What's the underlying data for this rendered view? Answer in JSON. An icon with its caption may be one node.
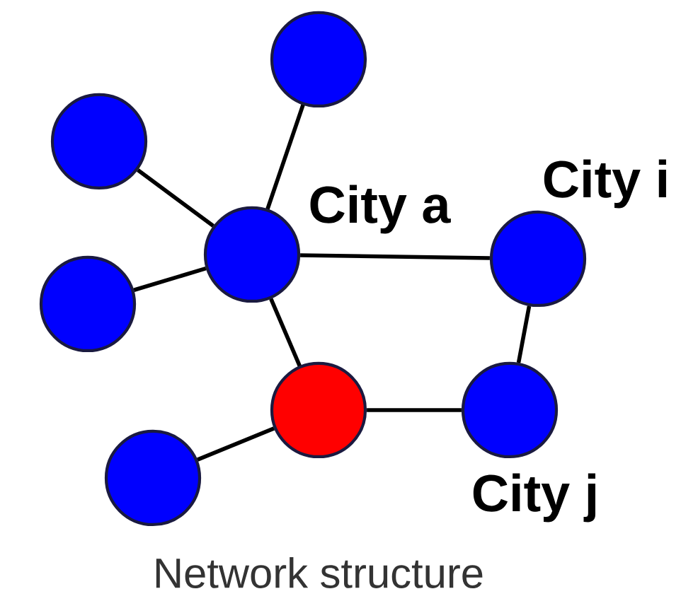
{
  "diagram": {
    "caption": "Network structure",
    "nodes": [
      {
        "text": [],
        "shape": "circle"
      },
      {
        "text": [],
        "shape": "circle"
      },
      {
        "text": [],
        "shape": "circle",
        "beside": [
          "City a"
        ]
      },
      {
        "text": [],
        "shape": "circle"
      },
      {
        "text": [],
        "shape": "circle",
        "beside": [
          "City i"
        ]
      },
      {
        "text": [],
        "shape": "circle"
      },
      {
        "text": [],
        "shape": "circle",
        "beside": [
          "City j"
        ]
      },
      {
        "text": [],
        "shape": "circle"
      }
    ],
    "edges": [
      {
        "from": 0,
        "to": 2,
        "arrow": "none"
      },
      {
        "from": 1,
        "to": 2,
        "arrow": "none"
      },
      {
        "from": 3,
        "to": 2,
        "arrow": "none"
      },
      {
        "from": 2,
        "to": 4,
        "arrow": "none"
      },
      {
        "from": 2,
        "to": 5,
        "arrow": "none"
      },
      {
        "from": 5,
        "to": 6,
        "arrow": "none"
      },
      {
        "from": 6,
        "to": 4,
        "arrow": "none"
      },
      {
        "from": 7,
        "to": 5,
        "arrow": "none"
      }
    ]
  }
}
